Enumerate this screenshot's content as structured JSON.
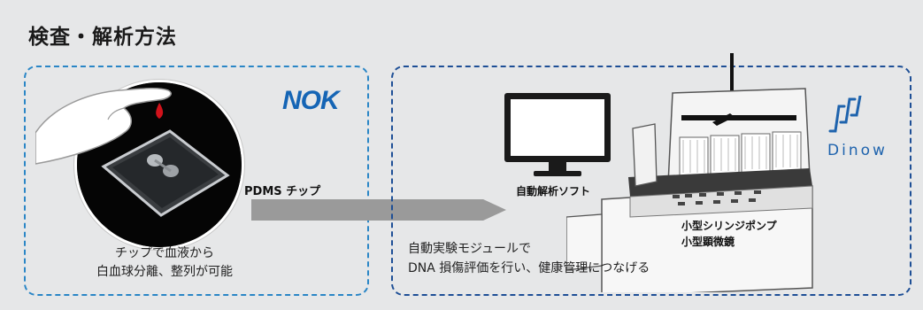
{
  "title": "検査・解析方法",
  "left_panel": {
    "logo_text": "NOK",
    "caption_lines": [
      "チップで血液から",
      "白血球分離、整列が可能"
    ]
  },
  "arrow": {
    "label": "PDMS チップ"
  },
  "right_panel": {
    "logo_text": "Dinow",
    "software_label": "自動解析ソフト",
    "device_labels": [
      "小型シリンジポンプ",
      "小型顕微鏡"
    ],
    "caption_lines": [
      "自動実験モジュールで",
      "DNA 損傷評価を行い、健康管理につなげる"
    ]
  },
  "colors": {
    "panel_bg": "#e6e7e8",
    "left_border": "#2a86c6",
    "right_border": "#1e4f96",
    "nok_blue": "#1565b5",
    "dinow_blue": "#1e63ad",
    "arrow_gray": "#9a9a9a",
    "blood_red": "#d1121b"
  }
}
